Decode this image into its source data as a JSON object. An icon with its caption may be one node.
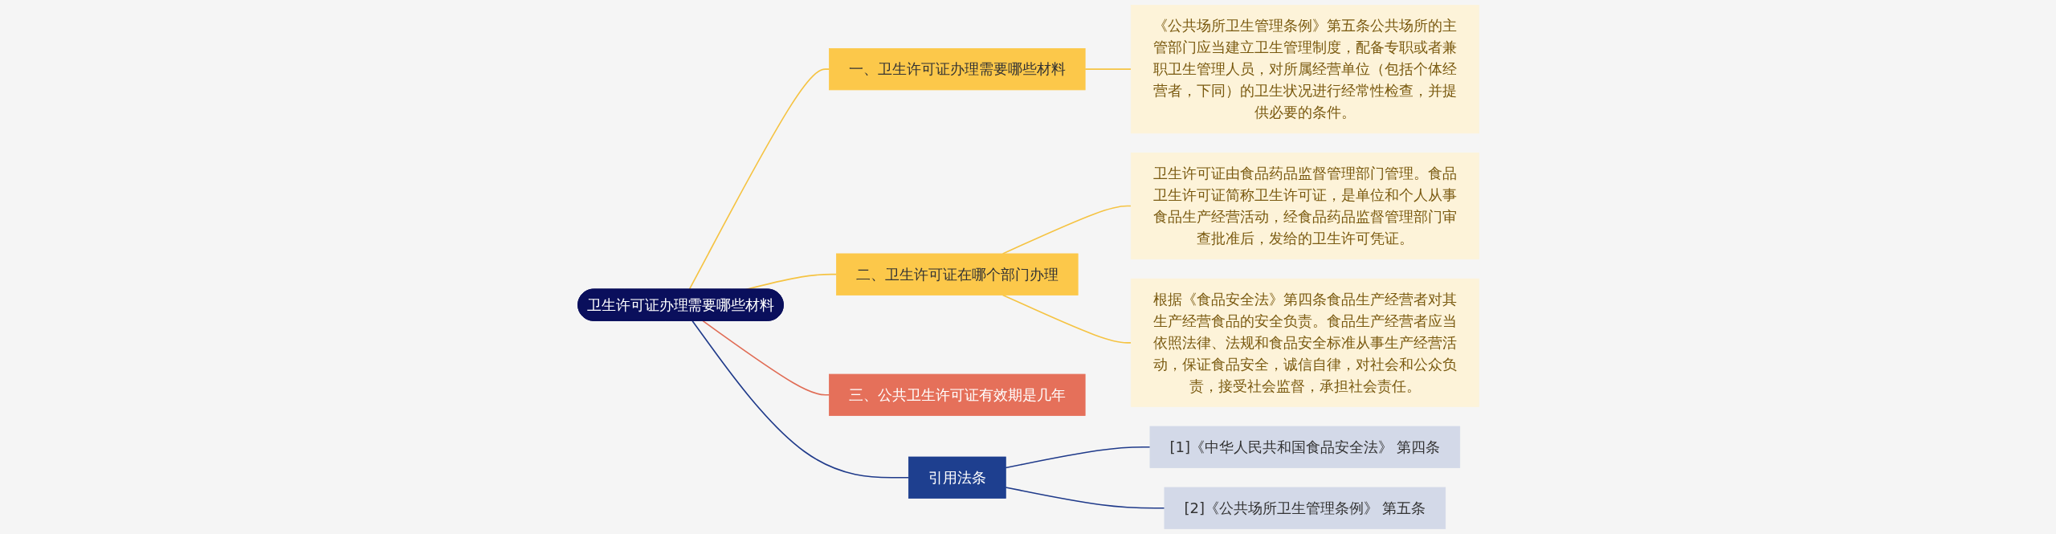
{
  "diagram": {
    "nodes": [
      {
        "text": [
          "卫生许可证办理需要哪些材料"
        ]
      },
      {
        "text": [
          "一、卫生许可证办理需要哪些材料"
        ]
      },
      {
        "text": [
          "《公共场所卫生管理条例》第五条公共场所的主管部门应当建立卫生管理制度，配备专职或者兼职卫生管理人员，对所属经营单位（包括个体经营者，下同）的卫生状况进行经常性检查，并提供必要的条件。"
        ]
      },
      {
        "text": [
          "二、卫生许可证在哪个部门办理"
        ]
      },
      {
        "text": [
          "卫生许可证由食品药品监督管理部门管理。食品卫生许可证简称卫生许可证，是单位和个人从事食品生产经营活动，经食品药品监督管理部门审查批准后，发给的卫生许可凭证。"
        ]
      },
      {
        "text": [
          "根据《食品安全法》第四条食品生产经营者对其生产经营食品的安全负责。食品生产经营者应当依照法律、法规和食品安全标准从事生产经营活动，保证食品安全，诚信自律，对社会和公众负责，接受社会监督，承担社会责任。"
        ]
      },
      {
        "text": [
          "三、公共卫生许可证有效期是几年"
        ]
      },
      {
        "text": [
          "引用法条"
        ]
      },
      {
        "text": [
          "[1]《中华人民共和国食品安全法》 第四条"
        ]
      },
      {
        "text": [
          "[2]《公共场所卫生管理条例》 第五条"
        ]
      }
    ],
    "edges": [
      {
        "from": 0,
        "to": 1,
        "arrow": "none"
      },
      {
        "from": 1,
        "to": 2,
        "arrow": "none"
      },
      {
        "from": 0,
        "to": 3,
        "arrow": "none"
      },
      {
        "from": 3,
        "to": 4,
        "arrow": "none"
      },
      {
        "from": 3,
        "to": 5,
        "arrow": "none"
      },
      {
        "from": 0,
        "to": 6,
        "arrow": "none",
        "color": "#e06c55"
      },
      {
        "from": 0,
        "to": 7,
        "arrow": "none",
        "color": "#1f3a8a"
      },
      {
        "from": 7,
        "to": 8,
        "arrow": "none",
        "color": "#1f3a8a"
      },
      {
        "from": 7,
        "to": 9,
        "arrow": "none",
        "color": "#1f3a8a"
      }
    ]
  }
}
